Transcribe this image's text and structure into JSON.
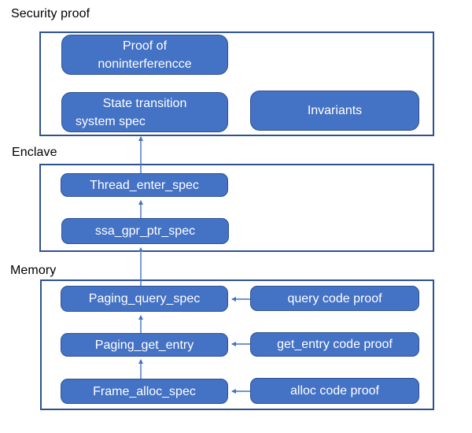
{
  "diagram": {
    "sections": [
      {
        "id": "security-proof",
        "label": "Security proof",
        "boxes": [
          {
            "id": "proof-of-noninterference",
            "lines": [
              "Proof of",
              "noninterferencce"
            ]
          },
          {
            "id": "state-transition-system-spec",
            "lines": [
              "State transition",
              "system spec"
            ]
          },
          {
            "id": "invariants",
            "lines": [
              "Invariants"
            ]
          }
        ]
      },
      {
        "id": "enclave",
        "label": "Enclave",
        "boxes": [
          {
            "id": "thread-enter-spec",
            "lines": [
              "Thread_enter_spec"
            ]
          },
          {
            "id": "ssa-gpr-ptr-spec",
            "lines": [
              "ssa_gpr_ptr_spec"
            ]
          }
        ]
      },
      {
        "id": "memory",
        "label": "Memory",
        "boxes": [
          {
            "id": "paging-query-spec",
            "lines": [
              "Paging_query_spec"
            ]
          },
          {
            "id": "query-code-proof",
            "lines": [
              "query code proof"
            ]
          },
          {
            "id": "paging-get-entry",
            "lines": [
              "Paging_get_entry"
            ]
          },
          {
            "id": "get-entry-code-proof",
            "lines": [
              "get_entry code proof"
            ]
          },
          {
            "id": "frame-alloc-spec",
            "lines": [
              "Frame_alloc_spec"
            ]
          },
          {
            "id": "alloc-code-proof",
            "lines": [
              "alloc code proof"
            ]
          }
        ]
      }
    ],
    "edges": [
      {
        "from": "thread-enter-spec",
        "to": "state-transition-system-spec",
        "direction": "up"
      },
      {
        "from": "ssa-gpr-ptr-spec",
        "to": "thread-enter-spec",
        "direction": "up"
      },
      {
        "from": "paging-query-spec",
        "to": "ssa-gpr-ptr-spec",
        "direction": "up"
      },
      {
        "from": "paging-get-entry",
        "to": "paging-query-spec",
        "direction": "up"
      },
      {
        "from": "frame-alloc-spec",
        "to": "paging-get-entry",
        "direction": "up"
      },
      {
        "from": "query-code-proof",
        "to": "paging-query-spec",
        "direction": "left"
      },
      {
        "from": "get-entry-code-proof",
        "to": "paging-get-entry",
        "direction": "left"
      },
      {
        "from": "alloc-code-proof",
        "to": "frame-alloc-spec",
        "direction": "left"
      }
    ],
    "colors": {
      "box_fill": "#4472C4",
      "box_border": "#2F528F",
      "container_border": "#2F528F",
      "arrow": "#4472C4",
      "box_text": "#FFFFFF",
      "label_text": "#000000"
    }
  }
}
